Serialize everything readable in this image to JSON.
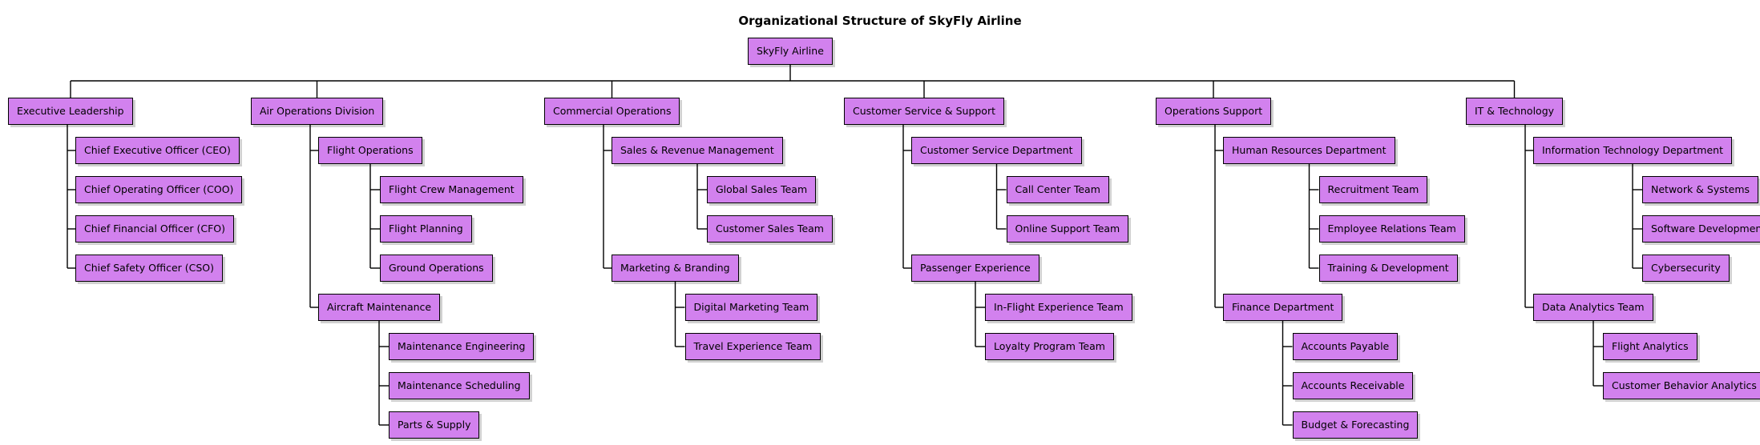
{
  "title": "Organizational Structure of SkyFly Airline",
  "colors": {
    "node_fill": "#d281ee",
    "border": "#000000"
  },
  "root": {
    "label": "SkyFly Airline",
    "children": [
      {
        "label": "Executive Leadership",
        "children": [
          {
            "label": "Chief Executive Officer (CEO)"
          },
          {
            "label": "Chief Operating Officer (COO)"
          },
          {
            "label": "Chief Financial Officer (CFO)"
          },
          {
            "label": "Chief Safety Officer (CSO)"
          }
        ]
      },
      {
        "label": "Air Operations Division",
        "children": [
          {
            "label": "Flight Operations",
            "children": [
              {
                "label": "Flight Crew Management"
              },
              {
                "label": "Flight Planning"
              },
              {
                "label": "Ground Operations"
              }
            ]
          },
          {
            "label": "Aircraft Maintenance",
            "children": [
              {
                "label": "Maintenance Engineering"
              },
              {
                "label": "Maintenance Scheduling"
              },
              {
                "label": "Parts & Supply"
              }
            ]
          }
        ]
      },
      {
        "label": "Commercial Operations",
        "children": [
          {
            "label": "Sales & Revenue Management",
            "children": [
              {
                "label": "Global Sales Team"
              },
              {
                "label": "Customer Sales Team"
              }
            ]
          },
          {
            "label": "Marketing & Branding",
            "children": [
              {
                "label": "Digital Marketing Team"
              },
              {
                "label": "Travel Experience Team"
              }
            ]
          }
        ]
      },
      {
        "label": "Customer Service & Support",
        "children": [
          {
            "label": "Customer Service Department",
            "children": [
              {
                "label": "Call Center Team"
              },
              {
                "label": "Online Support Team"
              }
            ]
          },
          {
            "label": "Passenger Experience",
            "children": [
              {
                "label": "In-Flight Experience Team"
              },
              {
                "label": "Loyalty Program Team"
              }
            ]
          }
        ]
      },
      {
        "label": "Operations Support",
        "children": [
          {
            "label": "Human Resources Department",
            "children": [
              {
                "label": "Recruitment Team"
              },
              {
                "label": "Employee Relations Team"
              },
              {
                "label": "Training & Development"
              }
            ]
          },
          {
            "label": "Finance Department",
            "children": [
              {
                "label": "Accounts Payable"
              },
              {
                "label": "Accounts Receivable"
              },
              {
                "label": "Budget & Forecasting"
              }
            ]
          }
        ]
      },
      {
        "label": "IT & Technology",
        "children": [
          {
            "label": "Information Technology Department",
            "children": [
              {
                "label": "Network & Systems"
              },
              {
                "label": "Software Development"
              },
              {
                "label": "Cybersecurity"
              }
            ]
          },
          {
            "label": "Data Analytics Team",
            "children": [
              {
                "label": "Flight Analytics"
              },
              {
                "label": "Customer Behavior Analytics"
              }
            ]
          }
        ]
      }
    ]
  }
}
